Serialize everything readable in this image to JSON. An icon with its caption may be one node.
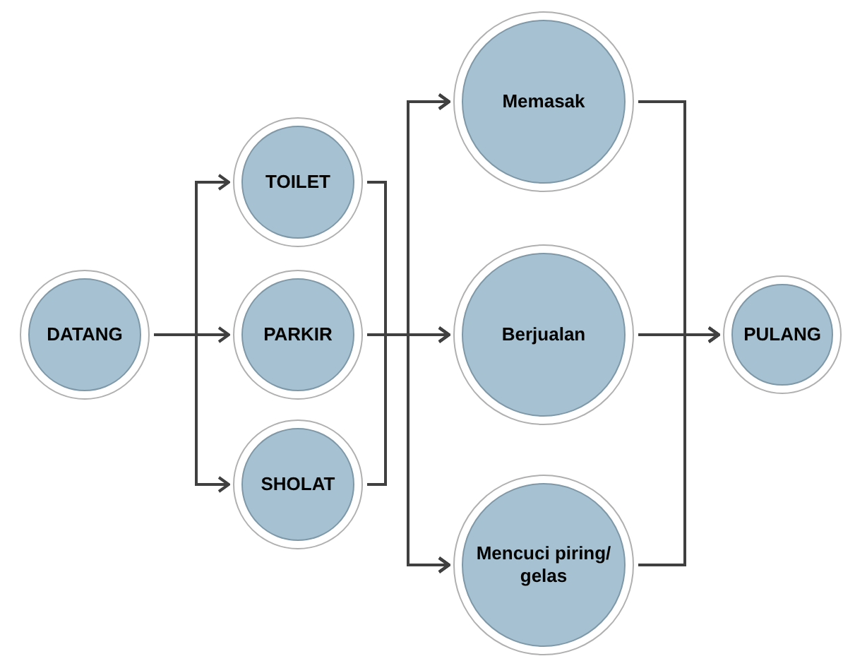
{
  "diagram": {
    "nodes": [
      {
        "text": [
          "DATANG"
        ]
      },
      {
        "text": [
          "TOILET"
        ]
      },
      {
        "text": [
          "PARKIR"
        ]
      },
      {
        "text": [
          "SHOLAT"
        ]
      },
      {
        "text": [
          "Memasak"
        ]
      },
      {
        "text": [
          "Berjualan"
        ]
      },
      {
        "text": [
          "Mencuci piring/ gelas"
        ]
      },
      {
        "text": [
          "PULANG"
        ]
      }
    ],
    "edges": [
      {
        "from": 0,
        "to": 1,
        "arrow": "to"
      },
      {
        "from": 0,
        "to": 2,
        "arrow": "to"
      },
      {
        "from": 0,
        "to": 3,
        "arrow": "to"
      },
      {
        "from": 1,
        "to": 4,
        "arrow": "to"
      },
      {
        "from": 1,
        "to": 5,
        "arrow": "to"
      },
      {
        "from": 1,
        "to": 6,
        "arrow": "to"
      },
      {
        "from": 2,
        "to": 4,
        "arrow": "to"
      },
      {
        "from": 2,
        "to": 5,
        "arrow": "to"
      },
      {
        "from": 2,
        "to": 6,
        "arrow": "to"
      },
      {
        "from": 3,
        "to": 4,
        "arrow": "to"
      },
      {
        "from": 3,
        "to": 5,
        "arrow": "to"
      },
      {
        "from": 3,
        "to": 6,
        "arrow": "to"
      },
      {
        "from": 4,
        "to": 7,
        "arrow": "to"
      },
      {
        "from": 5,
        "to": 7,
        "arrow": "to"
      },
      {
        "from": 6,
        "to": 7,
        "arrow": "to"
      }
    ]
  }
}
